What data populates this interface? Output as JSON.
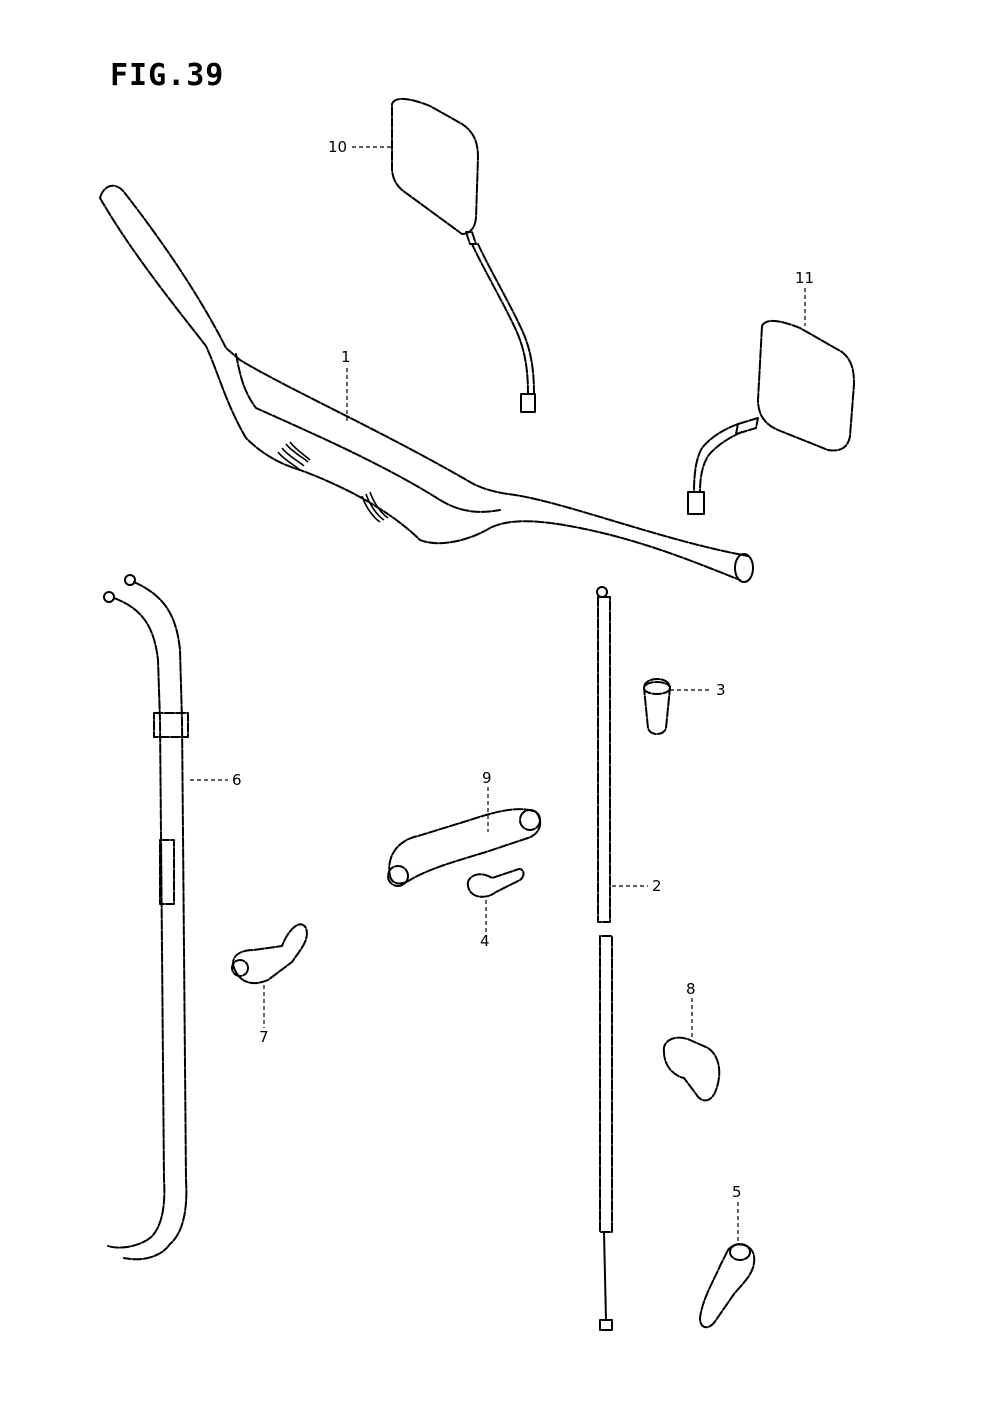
{
  "figure": {
    "title": "FIG.39"
  },
  "callouts": {
    "c1": "1",
    "c2": "2",
    "c3": "3",
    "c4": "4",
    "c5": "5",
    "c6": "6",
    "c7": "7",
    "c8": "8",
    "c9": "9",
    "c10": "10",
    "c11": "11"
  }
}
